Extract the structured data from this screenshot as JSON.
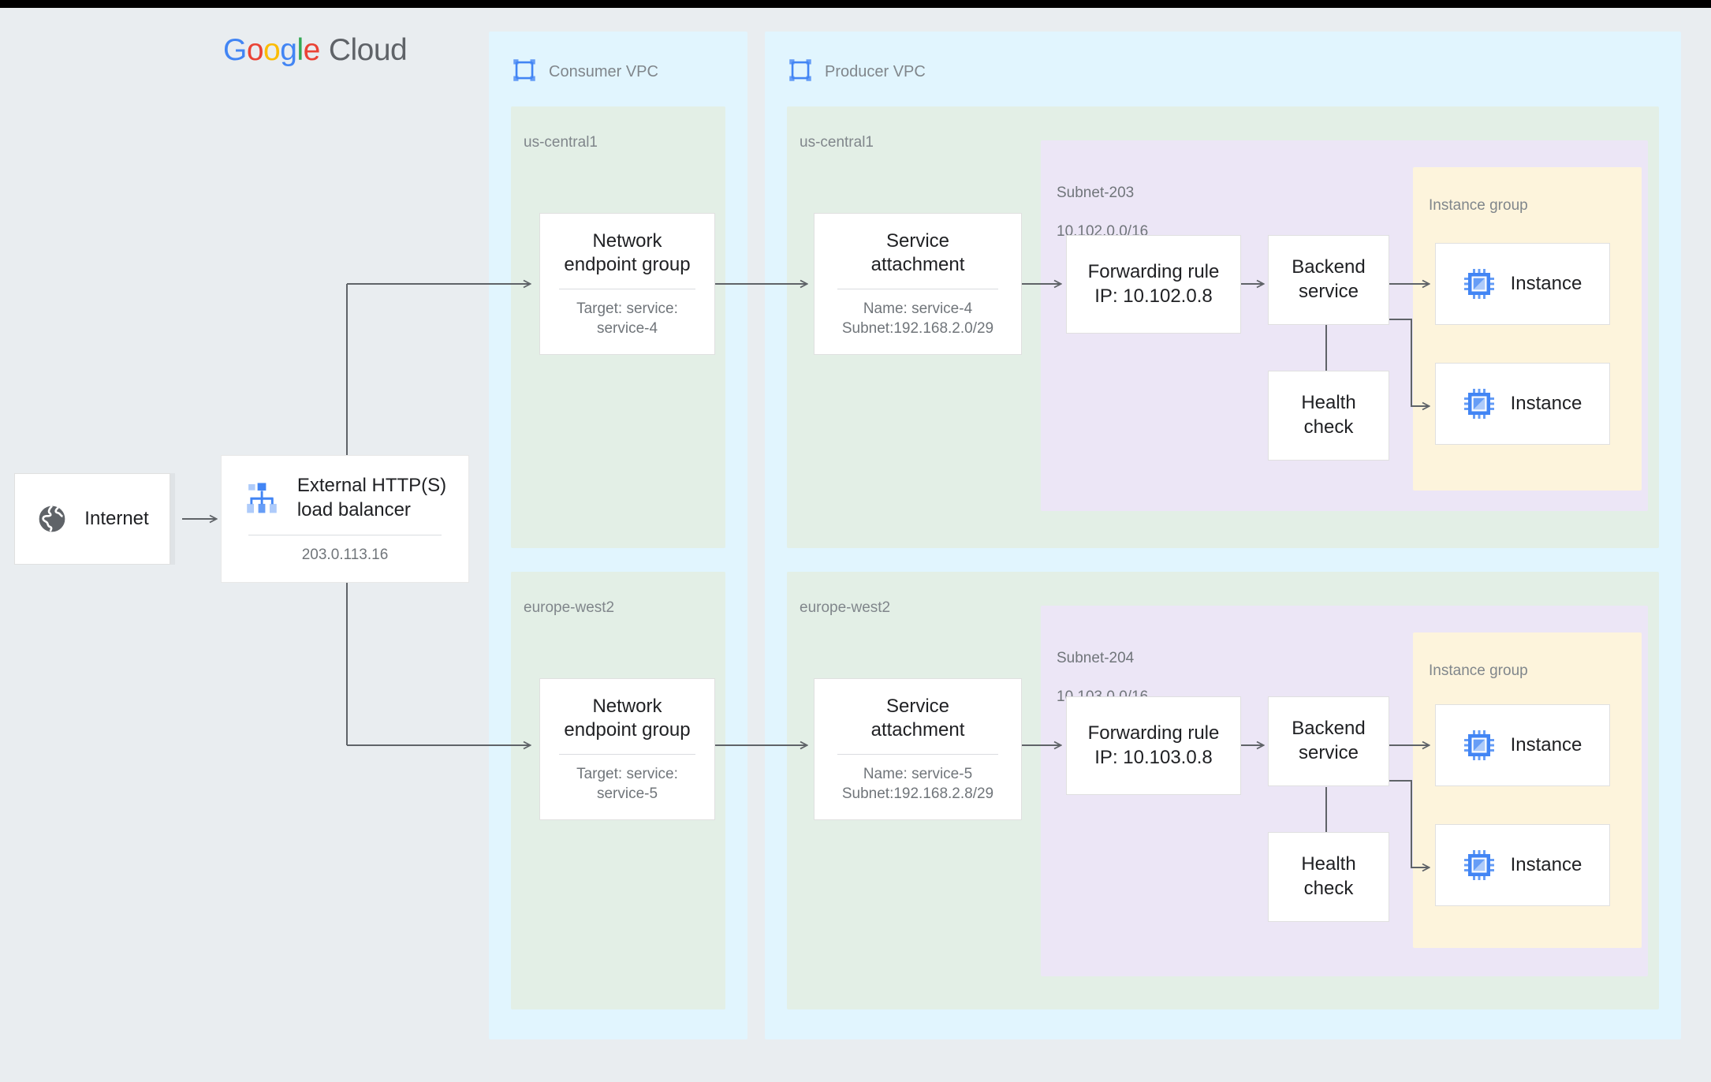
{
  "brand": {
    "g": "G",
    "o1": "o",
    "o2": "o",
    "g2": "g",
    "l": "l",
    "e": "e",
    "cloud": "Cloud"
  },
  "vpcs": [
    {
      "name": "consumer",
      "title": "Consumer VPC",
      "icon": "vpc-icon"
    },
    {
      "name": "producer",
      "title": "Producer VPC",
      "icon": "vpc-icon"
    }
  ],
  "regions": {
    "consumer_top": "us-central1",
    "consumer_bottom": "europe-west2",
    "producer_top": "us-central1",
    "producer_bottom": "europe-west2"
  },
  "internet": {
    "label": "Internet",
    "icon": "globe-icon"
  },
  "load_balancer": {
    "title": "External HTTP(S)\nload balancer",
    "ip": "203.0.113.16",
    "icon": "load-balancer-icon"
  },
  "top_flow": {
    "neg": {
      "title": "Network\nendpoint group",
      "sub": "Target: service:\nservice-4"
    },
    "service_attachment": {
      "title": "Service\nattachment",
      "sub": "Name: service-4\nSubnet:192.168.2.0/29"
    },
    "subnet": {
      "name": "Subnet-203",
      "cidr": "10.102.0.0/16"
    },
    "forwarding_rule": {
      "title": "Forwarding rule\nIP: 10.102.0.8"
    },
    "backend_service": {
      "title": "Backend\nservice"
    },
    "health_check": {
      "title": "Health\ncheck"
    },
    "instance_group": {
      "label": "Instance group",
      "instances": [
        {
          "label": "Instance",
          "icon": "cpu-chip-icon"
        },
        {
          "label": "Instance",
          "icon": "cpu-chip-icon"
        }
      ]
    }
  },
  "bottom_flow": {
    "neg": {
      "title": "Network\nendpoint group",
      "sub": "Target: service:\nservice-5"
    },
    "service_attachment": {
      "title": "Service\nattachment",
      "sub": "Name: service-5\nSubnet:192.168.2.8/29"
    },
    "subnet": {
      "name": "Subnet-204",
      "cidr": "10.103.0.0/16"
    },
    "forwarding_rule": {
      "title": "Forwarding rule\nIP: 10.103.0.8"
    },
    "backend_service": {
      "title": "Backend\nservice"
    },
    "health_check": {
      "title": "Health\ncheck"
    },
    "instance_group": {
      "label": "Instance group",
      "instances": [
        {
          "label": "Instance",
          "icon": "cpu-chip-icon"
        },
        {
          "label": "Instance",
          "icon": "cpu-chip-icon"
        }
      ]
    }
  },
  "colors": {
    "page_bg": "#e9edf0",
    "vpc_bg": "#e1f5fe",
    "region_bg": "#e3efe6",
    "subnet_bg": "#ece6f6",
    "instance_group_bg": "#fdf4dc",
    "wire": "#5f6368",
    "google_blue": "#4285f4",
    "google_red": "#ea4335",
    "google_yellow": "#fbbc05",
    "google_green": "#34a853",
    "text_muted": "#80868b"
  }
}
